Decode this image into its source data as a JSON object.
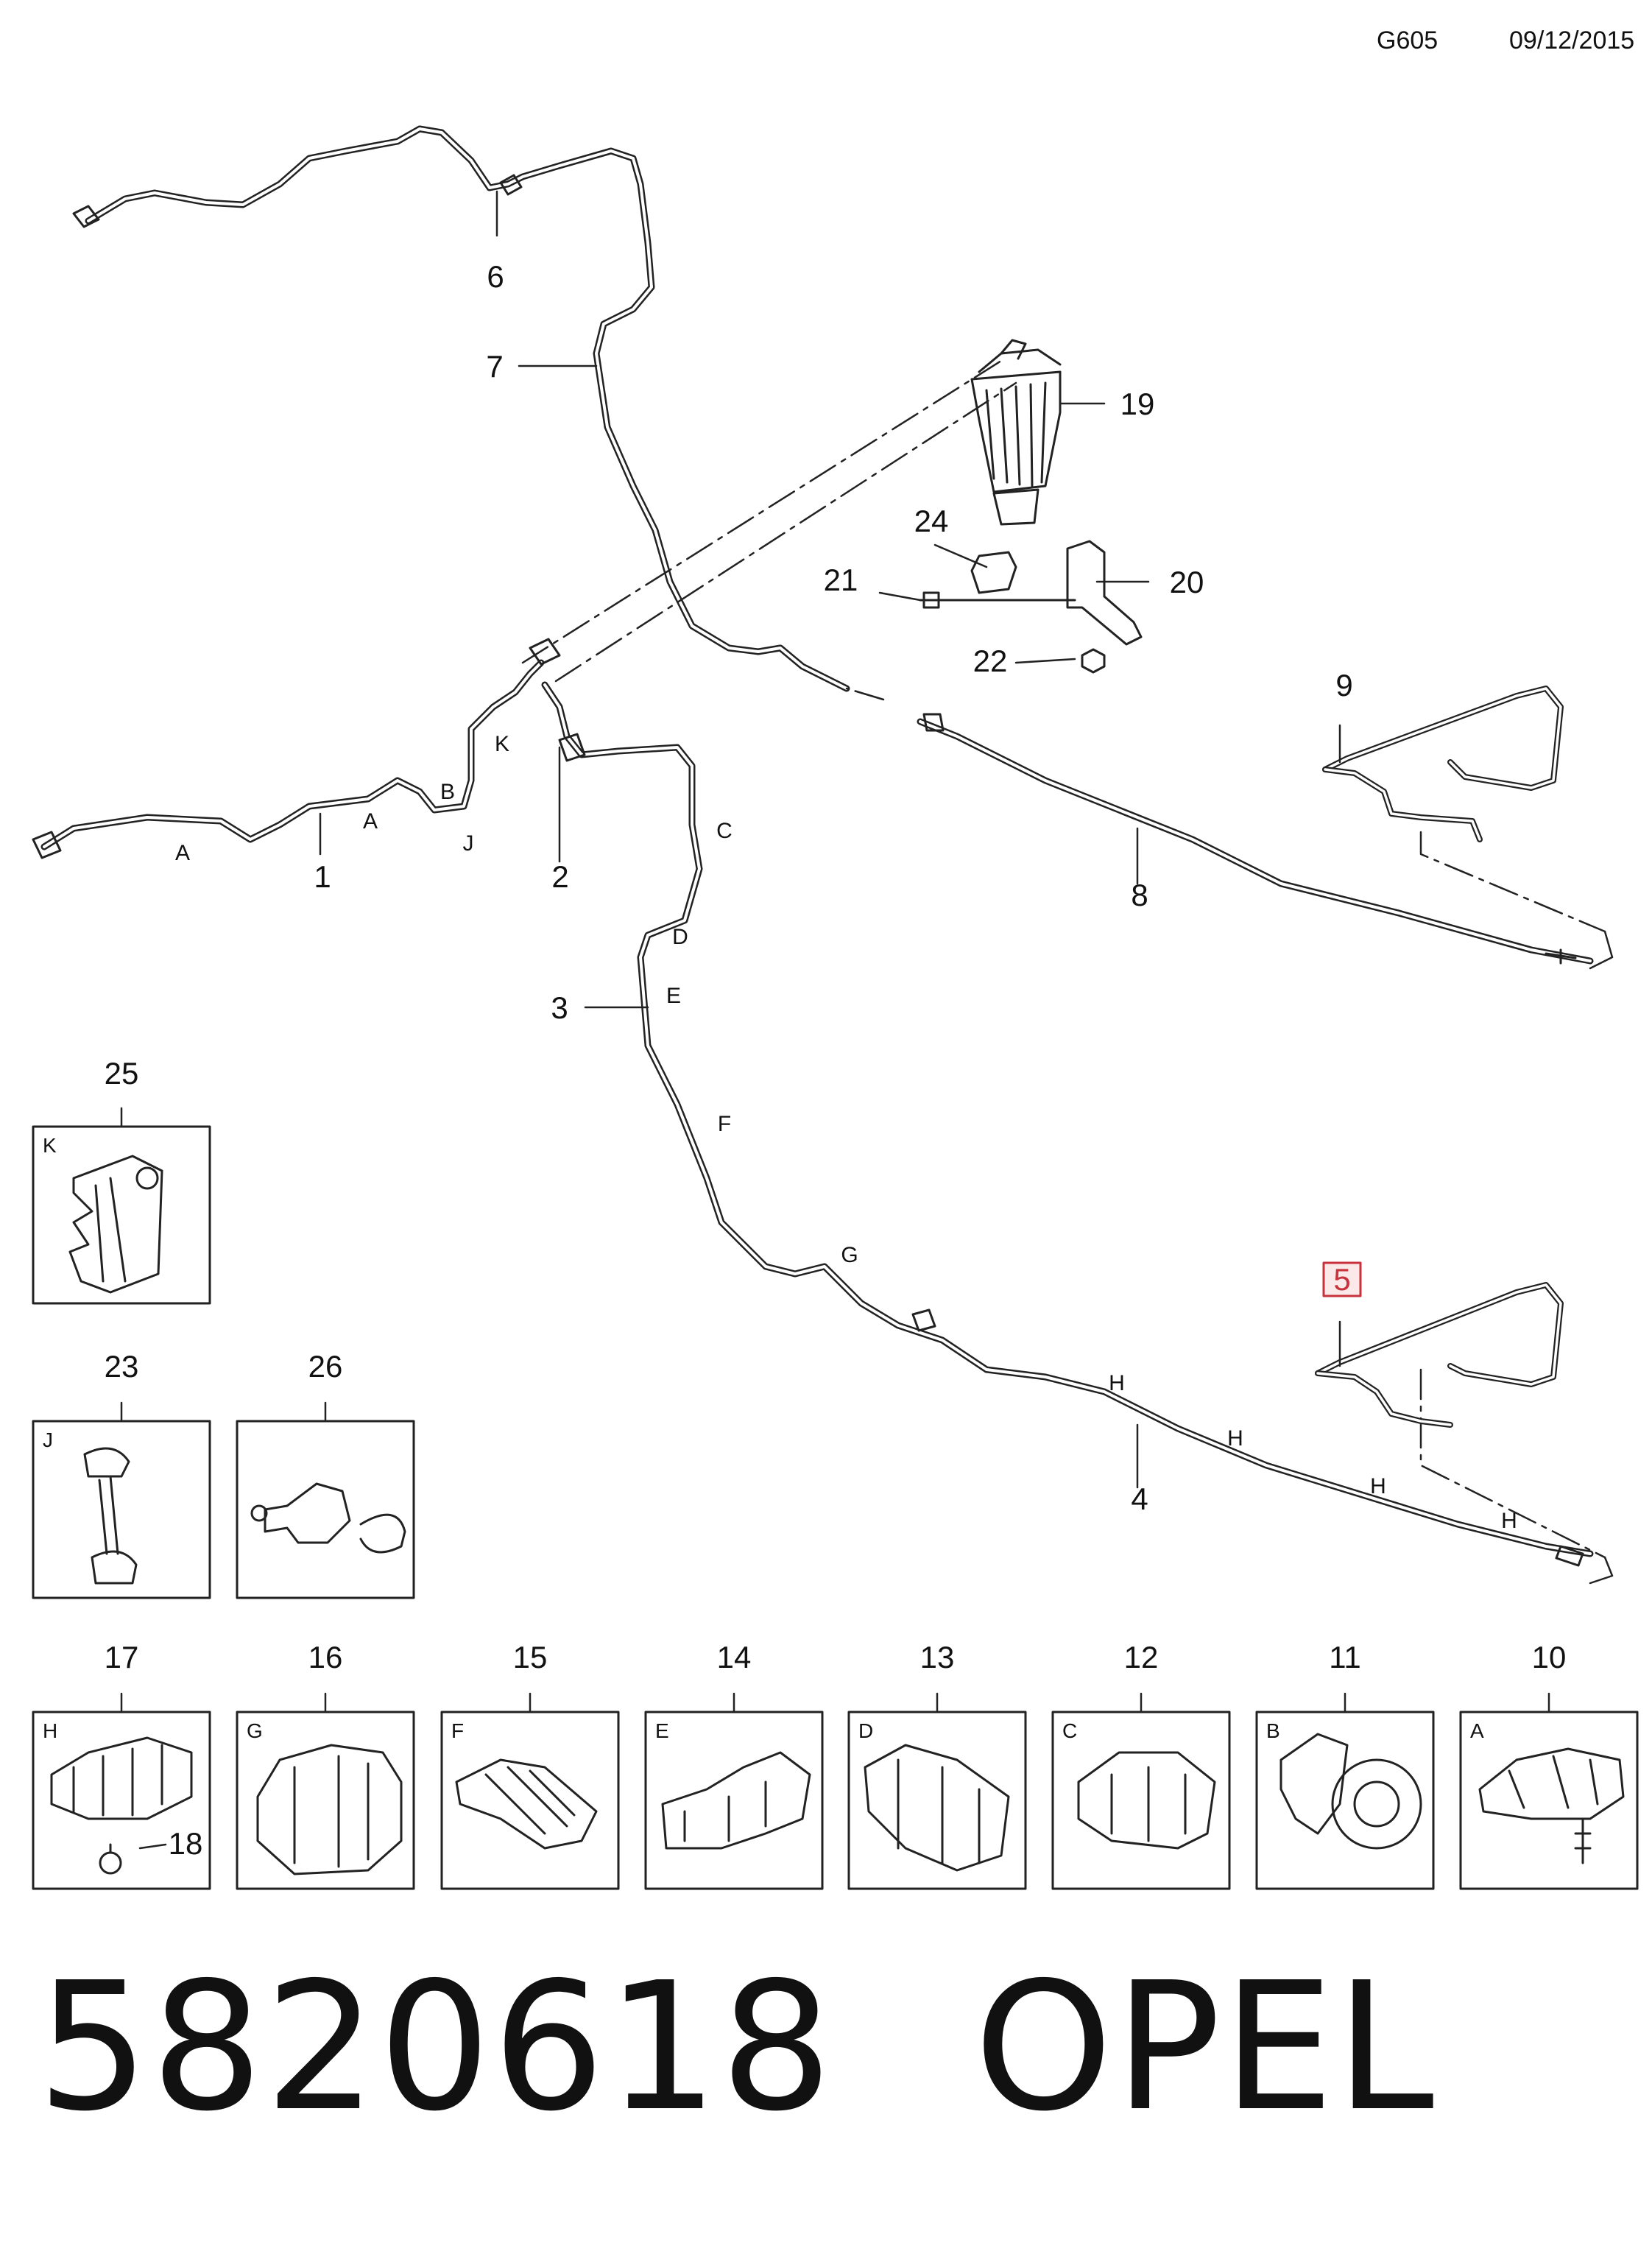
{
  "header": {
    "code": "G605",
    "date": "09/12/2015"
  },
  "callouts": {
    "c1": "1",
    "c2": "2",
    "c3": "3",
    "c4": "4",
    "c5": "5",
    "c6": "6",
    "c7": "7",
    "c8": "8",
    "c9": "9",
    "c10": "10",
    "c11": "11",
    "c12": "12",
    "c13": "13",
    "c14": "14",
    "c15": "15",
    "c16": "16",
    "c17": "17",
    "c18": "18",
    "c19": "19",
    "c20": "20",
    "c21": "21",
    "c22": "22",
    "c23": "23",
    "c24": "24",
    "c25": "25",
    "c26": "26"
  },
  "clip_letters": {
    "a": "A",
    "b": "B",
    "c": "C",
    "d": "D",
    "e": "E",
    "f": "F",
    "g": "G",
    "h": "H",
    "j": "J",
    "k": "K"
  },
  "highlight_color": "#c8323c",
  "footer": {
    "part_number": "5820618",
    "brand": "OPEL"
  }
}
